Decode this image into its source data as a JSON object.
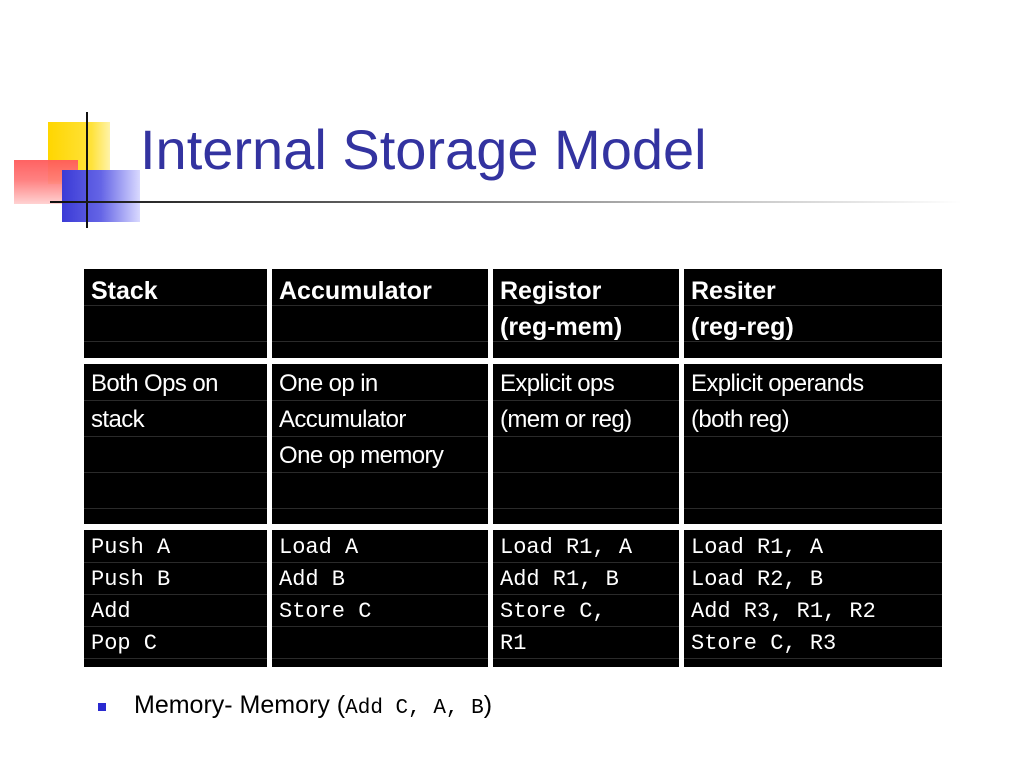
{
  "slide": {
    "title": "Internal Storage Model"
  },
  "table": {
    "headers": [
      [
        "Stack"
      ],
      [
        "Accumulator"
      ],
      [
        "Registor",
        "(reg-mem)"
      ],
      [
        "Resiter",
        "(reg-reg)"
      ]
    ],
    "descriptions": [
      [
        "Both Ops on",
        "stack"
      ],
      [
        "One op in",
        "Accumulator",
        "One op memory"
      ],
      [
        "Explicit ops",
        "(mem or reg)"
      ],
      [
        "Explicit operands",
        "(both reg)"
      ]
    ],
    "code": [
      [
        "Push A",
        "Push B",
        "Add",
        "Pop C"
      ],
      [
        "Load A",
        "Add B",
        "Store C"
      ],
      [
        "Load R1, A",
        "Add R1, B",
        "Store C,",
        "R1"
      ],
      [
        "Load R1, A",
        "Load R2, B",
        "Add R3, R1, R2",
        "Store C, R3"
      ]
    ]
  },
  "bullet": {
    "prefix": "Memory- Memory (",
    "code": "Add C, A, B",
    "suffix": ")",
    "marker_color": "#2a2ad0"
  },
  "colors": {
    "title": "#3333a0",
    "table_bg": "#000000",
    "table_text": "#ffffff",
    "logo_yellow": "#ffd600",
    "logo_red": "#ff5a5a",
    "logo_blue": "#3b3bd6"
  }
}
